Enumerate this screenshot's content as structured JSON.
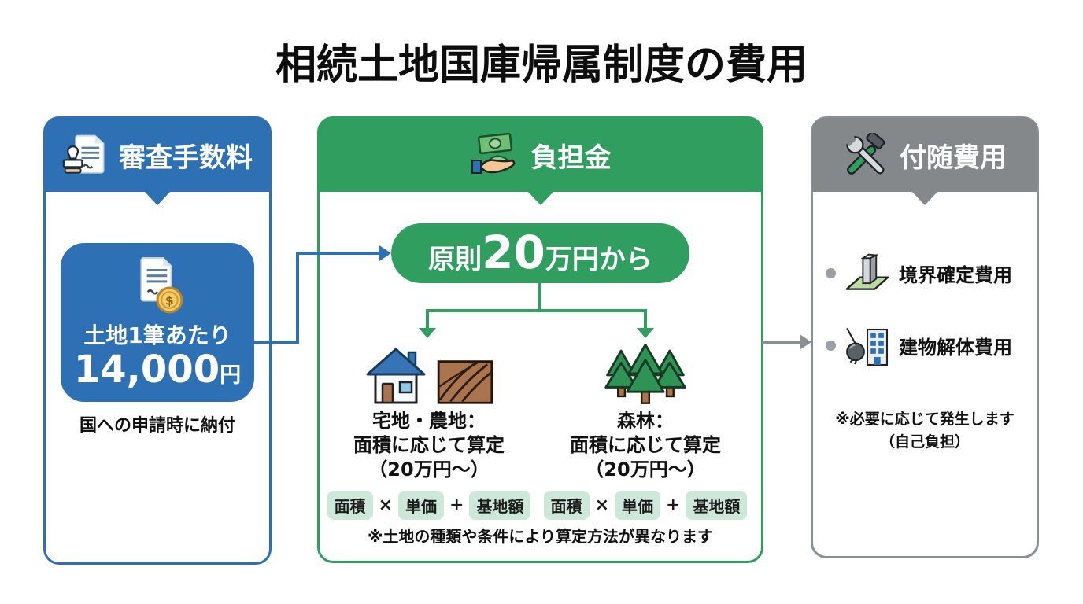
{
  "title": "相続土地国庫帰属制度の費用",
  "fee": {
    "header": "審査手数料",
    "amount_label": "土地1筆あたり",
    "amount_value": "14,000",
    "amount_unit": "円",
    "note": "国への申請時に納付"
  },
  "burden": {
    "header": "負担金",
    "principle": {
      "prefix": "原則",
      "amount": "20",
      "suffix": "万円から"
    },
    "branches": [
      {
        "title": "宅地・農地：",
        "desc": "面積に応じて算定",
        "range": "（20万円〜）",
        "formula": {
          "a": "面積",
          "op1": "×",
          "b": "単価",
          "op2": "+",
          "c": "基地額"
        }
      },
      {
        "title": "森林：",
        "desc": "面積に応じて算定",
        "range": "（20万円〜）",
        "formula": {
          "a": "面積",
          "op1": "×",
          "b": "単価",
          "op2": "+",
          "c": "基地額"
        }
      }
    ],
    "note": "※土地の種類や条件により算定方法が異なります"
  },
  "incidental": {
    "header": "付随費用",
    "items": [
      {
        "label": "境界確定費用"
      },
      {
        "label": "建物解体費用"
      }
    ],
    "note_line1": "※必要に応じて発生します",
    "note_line2": "（自己負担）"
  },
  "icons": {
    "fee_header": "stamp-document-icon",
    "fee_card": "document-coin-icon",
    "burden_header": "money-hand-icon",
    "branch_residential": [
      "house-icon",
      "farm-field-icon"
    ],
    "branch_forest": "forest-trees-icon",
    "incidental_header": "tools-icon",
    "incidental_items": [
      "boundary-marker-icon",
      "wrecking-ball-building-icon"
    ]
  },
  "colors": {
    "blue": "#2d70b4",
    "green": "#2f9e5f",
    "gray": "#85888b",
    "chip_bg": "#cde8d8",
    "background": "#ffffff",
    "text": "#111111"
  }
}
